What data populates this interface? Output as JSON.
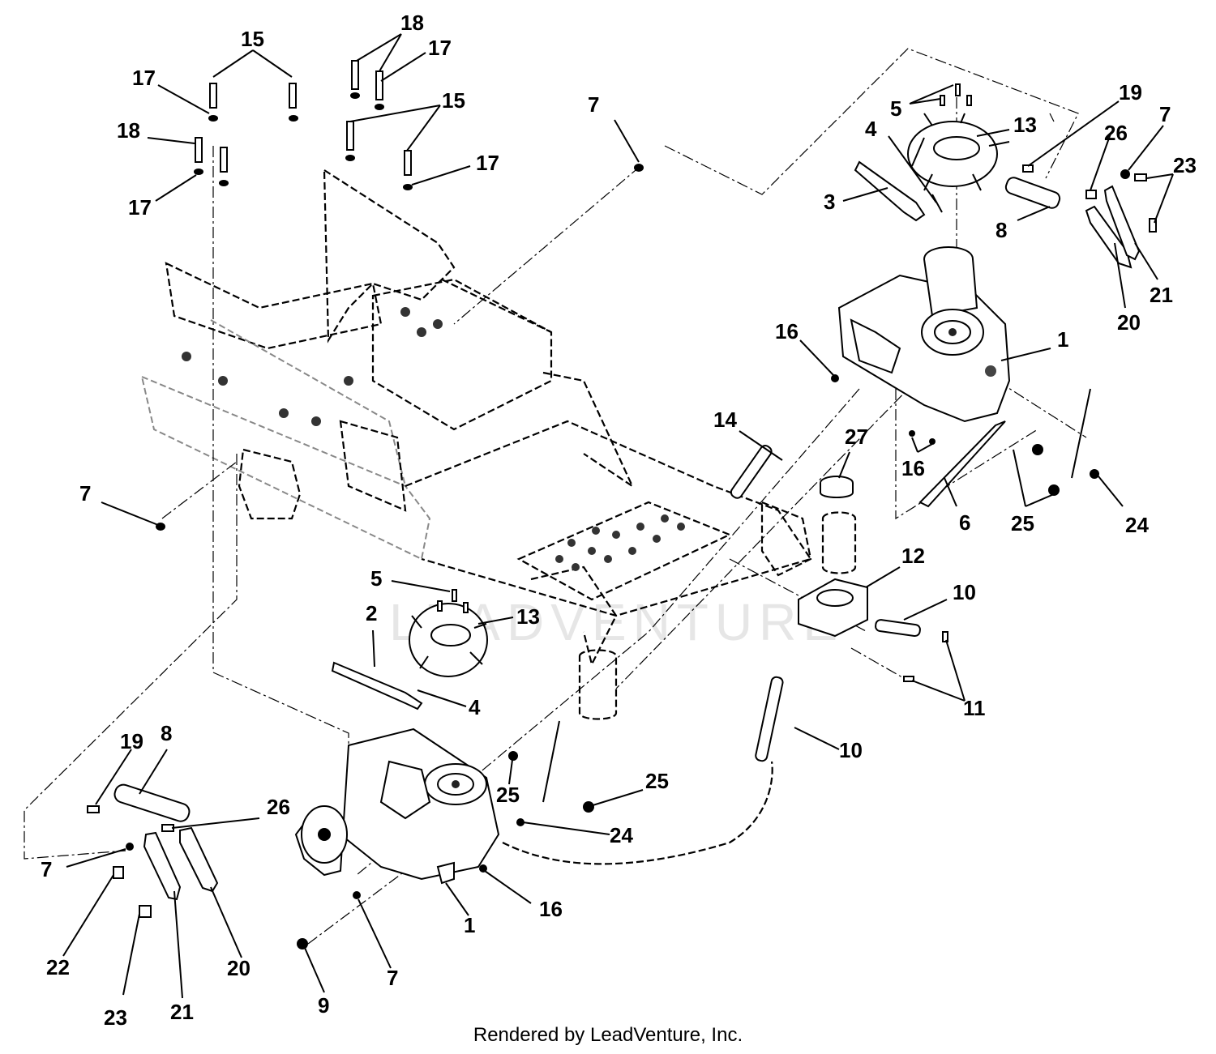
{
  "watermark": "LEADVENTURE",
  "footer": "Rendered by LeadVenture, Inc.",
  "callouts": {
    "c15a": "15",
    "c18a": "18",
    "c17a": "17",
    "c17b": "17",
    "c18b": "18",
    "c17c": "17",
    "c15b": "15",
    "c17d": "17",
    "c7a": "7",
    "c7b": "7",
    "c5a": "5",
    "c13a": "13",
    "c4a": "4",
    "c3": "3",
    "c19a": "19",
    "c26a": "26",
    "c7c": "7",
    "c23a": "23",
    "c8a": "8",
    "c21a": "21",
    "c20a": "20",
    "c16a": "16",
    "c1a": "1",
    "c14": "14",
    "c27": "27",
    "c16b": "16",
    "c6": "6",
    "c25a": "25",
    "c24a": "24",
    "c12": "12",
    "c10a": "10",
    "c11": "11",
    "c10b": "10",
    "c5b": "5",
    "c2": "2",
    "c13b": "13",
    "c4b": "4",
    "c19b": "19",
    "c8b": "8",
    "c26b": "26",
    "c7d": "7",
    "c25b": "25",
    "c25c": "25",
    "c24b": "24",
    "c16c": "16",
    "c1b": "1",
    "c22": "22",
    "c23b": "23",
    "c21b": "21",
    "c20b": "20",
    "c9": "9",
    "c7e": "7"
  }
}
